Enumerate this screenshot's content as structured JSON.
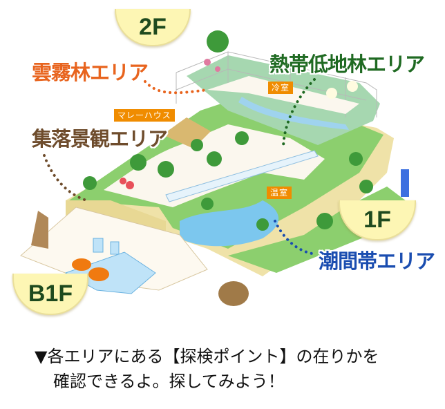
{
  "floors": {
    "f2": "2F",
    "f1": "1F",
    "b1f": "B1F"
  },
  "areas": {
    "cloud_forest": "雲霧林エリア",
    "tropical_lowland": "熱帯低地林エリア",
    "village": "集落景観エリア",
    "tidal": "潮間帯エリア"
  },
  "tags": {
    "cold_room": "冷室",
    "malay_house": "マレーハウス",
    "greenhouse": "温室"
  },
  "caption": {
    "line1": "▼各エリアにある【探検ポイント】の在りかを",
    "line2": "確認できるよ。探してみよう！"
  },
  "colors": {
    "cloud": "#e8641e",
    "lowland": "#1f6a22",
    "village": "#6e4c2c",
    "tidal": "#1a4db0",
    "tag": "#f08c00"
  }
}
